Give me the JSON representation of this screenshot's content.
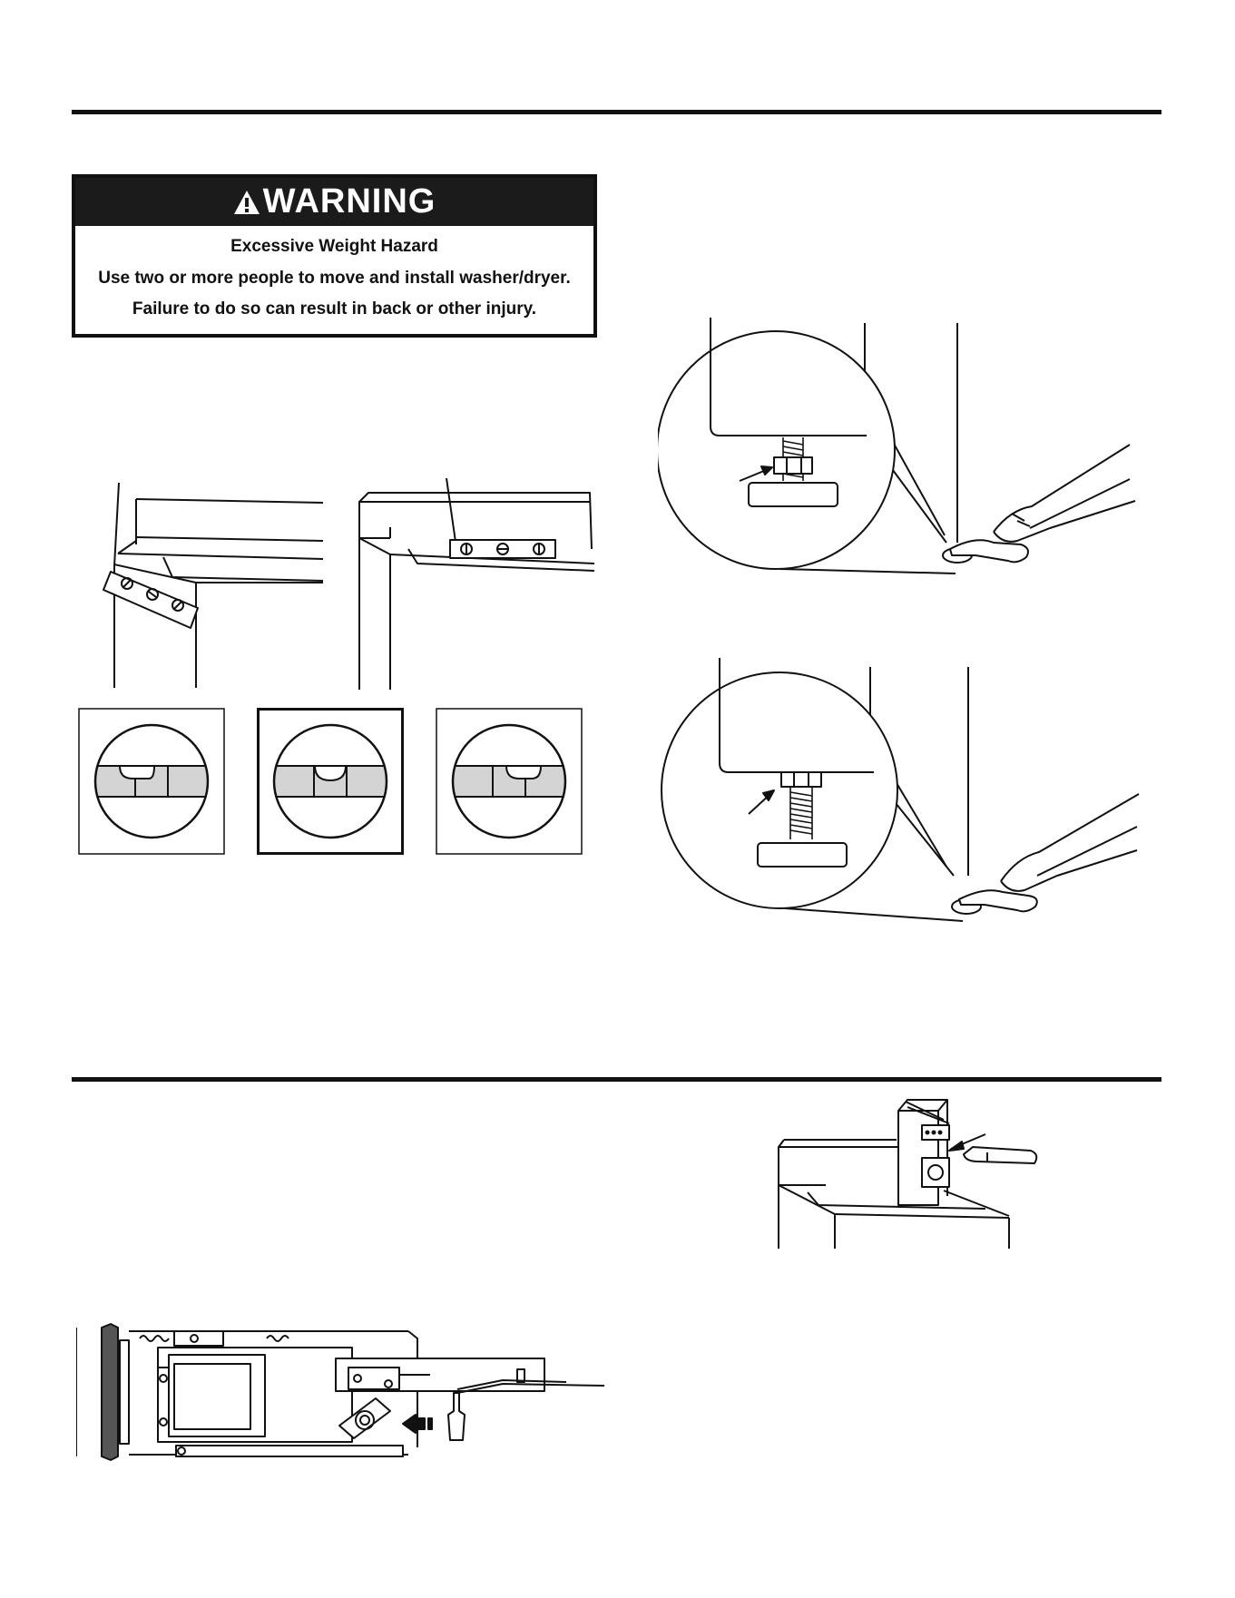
{
  "warning": {
    "title": "WARNING",
    "icon": "warning-triangle-icon",
    "heading": "Excessive Weight Hazard",
    "line1": "Use two or more people to move and install washer/dryer.",
    "line2": "Failure to do so can result in back or other injury."
  },
  "colors": {
    "ink": "#111111",
    "warning_header": "#1b1b1b",
    "level_band": "#d4d4d4"
  },
  "illustrations": [
    "washer-front-level-illustration",
    "washer-side-level-illustration",
    "level-bubble-left-icon",
    "level-bubble-centered-icon",
    "level-bubble-right-icon",
    "leveling-foot-loosen-illustration",
    "leveling-foot-tighten-illustration",
    "coin-key-insertion-illustration",
    "coin-slide-mechanism-illustration"
  ]
}
